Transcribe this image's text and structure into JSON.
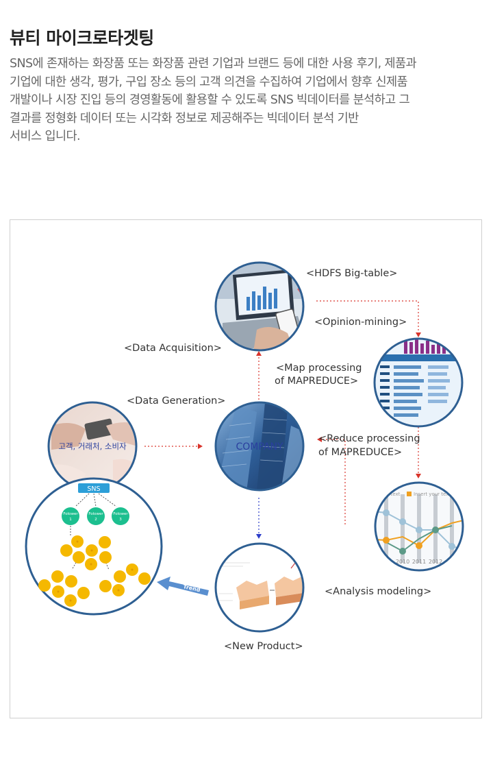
{
  "header": {
    "title": "뷰티 마이크로타겟팅",
    "description_lines": [
      "SNS에 존재하는 화장품 또는 화장품 관련 기업과 브랜드 등에 대한 사용 후기, 제품과",
      "기업에 대한 생각, 평가, 구입 장소 등의 고객 의견을 수집하여 기업에서 향후 신제품",
      "개발이나 시장 진입 등의 경영활동에 활용할 수 있도록 SNS 빅데이터를 분석하고 그",
      "결과를 정형화 데이터 또는 시각화 정보로 제공해주는 빅데이터 분석 기반",
      "서비스 입니다."
    ]
  },
  "diagram": {
    "labels": {
      "hdfs": "<HDFS Big-table>",
      "opinion": "<Opinion-mining>",
      "acquisition": "<Data Acquisition>",
      "map_line1": "<Map processing",
      "map_line2": "of MAPREDUCE>",
      "generation": "<Data Generation>",
      "reduce_line1": "<Reduce processing",
      "reduce_line2": "of MAPREDUCE>",
      "analysis": "<Analysis modeling>",
      "new_product": "<New Product>"
    },
    "nodes": {
      "company": "COMPANY",
      "customers": "고객, 거래처, 소비자",
      "sns": "SNS",
      "follower1_a": "Folower",
      "follower1_b": "1",
      "follower2_a": "Folower",
      "follower2_b": "2",
      "follower3_a": "Folower",
      "follower3_b": "3",
      "trend": "Trend"
    },
    "chart_thumb": {
      "legend_a": "ur text",
      "legend_b": "Insert your text",
      "years": [
        "2010",
        "2011",
        "2012"
      ]
    },
    "colors": {
      "circle_border": "#2e5f92",
      "arrow_red": "#d9342b",
      "arrow_blue": "#2b3cc9",
      "sns_box": "#2d9fd8",
      "follower": "#1cbf8f",
      "coin": "#f5b800",
      "trend_arrow": "#5a8fcf"
    },
    "icons": [
      "laptop-photo-icon",
      "spreadsheet-photo-icon",
      "building-photo-icon",
      "card-hands-photo-icon",
      "line-chart-icon",
      "skin-layers-icon"
    ]
  }
}
